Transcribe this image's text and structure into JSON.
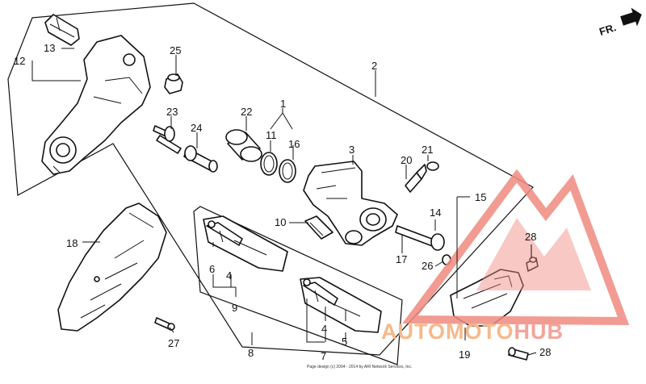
{
  "direction_label": "FR.",
  "watermark": {
    "brand": "AUTOMOTOHUB",
    "brand_part1": "AUTOMOTO",
    "brand_part2": "HUB",
    "colors": {
      "logo": "#f08a80",
      "brand_primary": "#f6b98a",
      "brand_secondary": "#f3a49a"
    }
  },
  "copyright_text": "Page design (c) 2004 - 2014 by ARI Network Services, Inc.",
  "callouts": {
    "c1": "1",
    "c2": "2",
    "c3": "3",
    "c4a": "4",
    "c4b": "4",
    "c5": "5",
    "c6": "6",
    "c7": "7",
    "c8": "8",
    "c9": "9",
    "c10": "10",
    "c11": "11",
    "c12": "12",
    "c13": "13",
    "c14": "14",
    "c15": "15",
    "c16": "16",
    "c17": "17",
    "c18": "18",
    "c19": "19",
    "c20": "20",
    "c21": "21",
    "c22": "22",
    "c23": "23",
    "c24": "24",
    "c25": "25",
    "c26": "26",
    "c27": "27",
    "c28a": "28",
    "c28b": "28"
  }
}
